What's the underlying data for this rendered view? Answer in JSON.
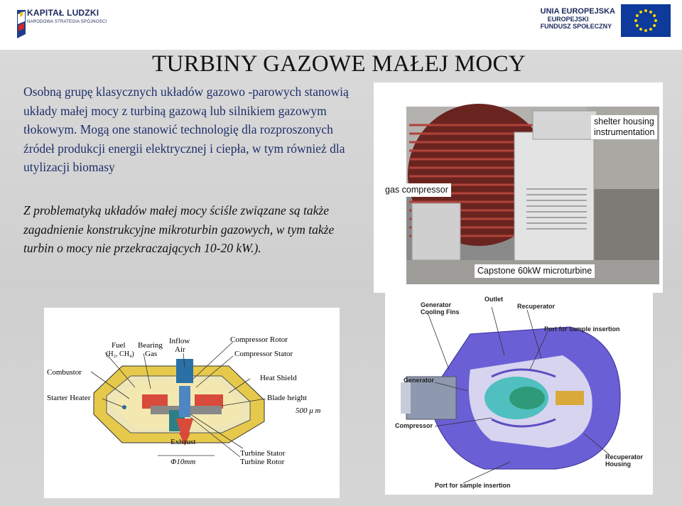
{
  "header": {
    "left_logo_title": "KAPITAŁ LUDZKI",
    "left_logo_subtitle": "NARODOWA STRATEGIA SPÓJNOŚCI",
    "right_logo_line1": "UNIA EUROPEJSKA",
    "right_logo_line2": "EUROPEJSKI",
    "right_logo_line3": "FUNDUSZ SPOŁECZNY"
  },
  "slide": {
    "title": "TURBINY GAZOWE MAŁEJ MOCY",
    "paragraph1": "Osobną grupę klasycznych układów gazowo -parowych stanowią układy małej mocy z turbiną gazową lub silnikiem gazowym tłokowym. Mogą one stanowić technologię dla rozproszonych źródeł produkcji energii elektrycznej i ciepła, w tym również dla utylizacji biomasy",
    "paragraph2": " Z problematyką układów małej mocy ściśle związane są także zagadnienie konstrukcyjne mikroturbin gazowych, w tym także turbin o mocy nie przekraczających 10-20 kW.)."
  },
  "photo": {
    "callout_shelter_line1": "shelter housing",
    "callout_shelter_line2": "instrumentation",
    "callout_gas": "gas compressor",
    "callout_capstone": "Capstone 60kW microturbine"
  },
  "left_diagram": {
    "fuel": "Fuel",
    "fuel_sub": "(H₂, CH₄)",
    "bearing": "Bearing",
    "bearing_gas": "Gas",
    "inflow": "Inflow",
    "air": "Air",
    "compressor_rotor": "Compressor Rotor",
    "compressor_stator": "Compressor Stator",
    "combustor": "Combustor",
    "heat_shield": "Heat Shield",
    "blade_height": "Blade height",
    "blade_value": "500 μ m",
    "starter_heater": "Starter Heater",
    "exhaust": "Exhaust",
    "turbine_stator": "Turbine Stator",
    "turbine_rotor": "Turbine Rotor",
    "diameter": "Φ10mm"
  },
  "right_diagram": {
    "generator_fins_1": "Generator",
    "generator_fins_2": "Cooling Fins",
    "outlet": "Outlet",
    "recuperator": "Recuperator",
    "port_top": "Port for sample insertion",
    "generator": "Generator",
    "compressor": "Compressor",
    "recup_housing_1": "Recuperator",
    "recup_housing_2": "Housing",
    "port_bottom": "Port for sample insertion"
  },
  "colors": {
    "blue_text": "#1f2f6a",
    "eu_blue": "#0d3a9b",
    "eu_star": "#ffd700"
  }
}
